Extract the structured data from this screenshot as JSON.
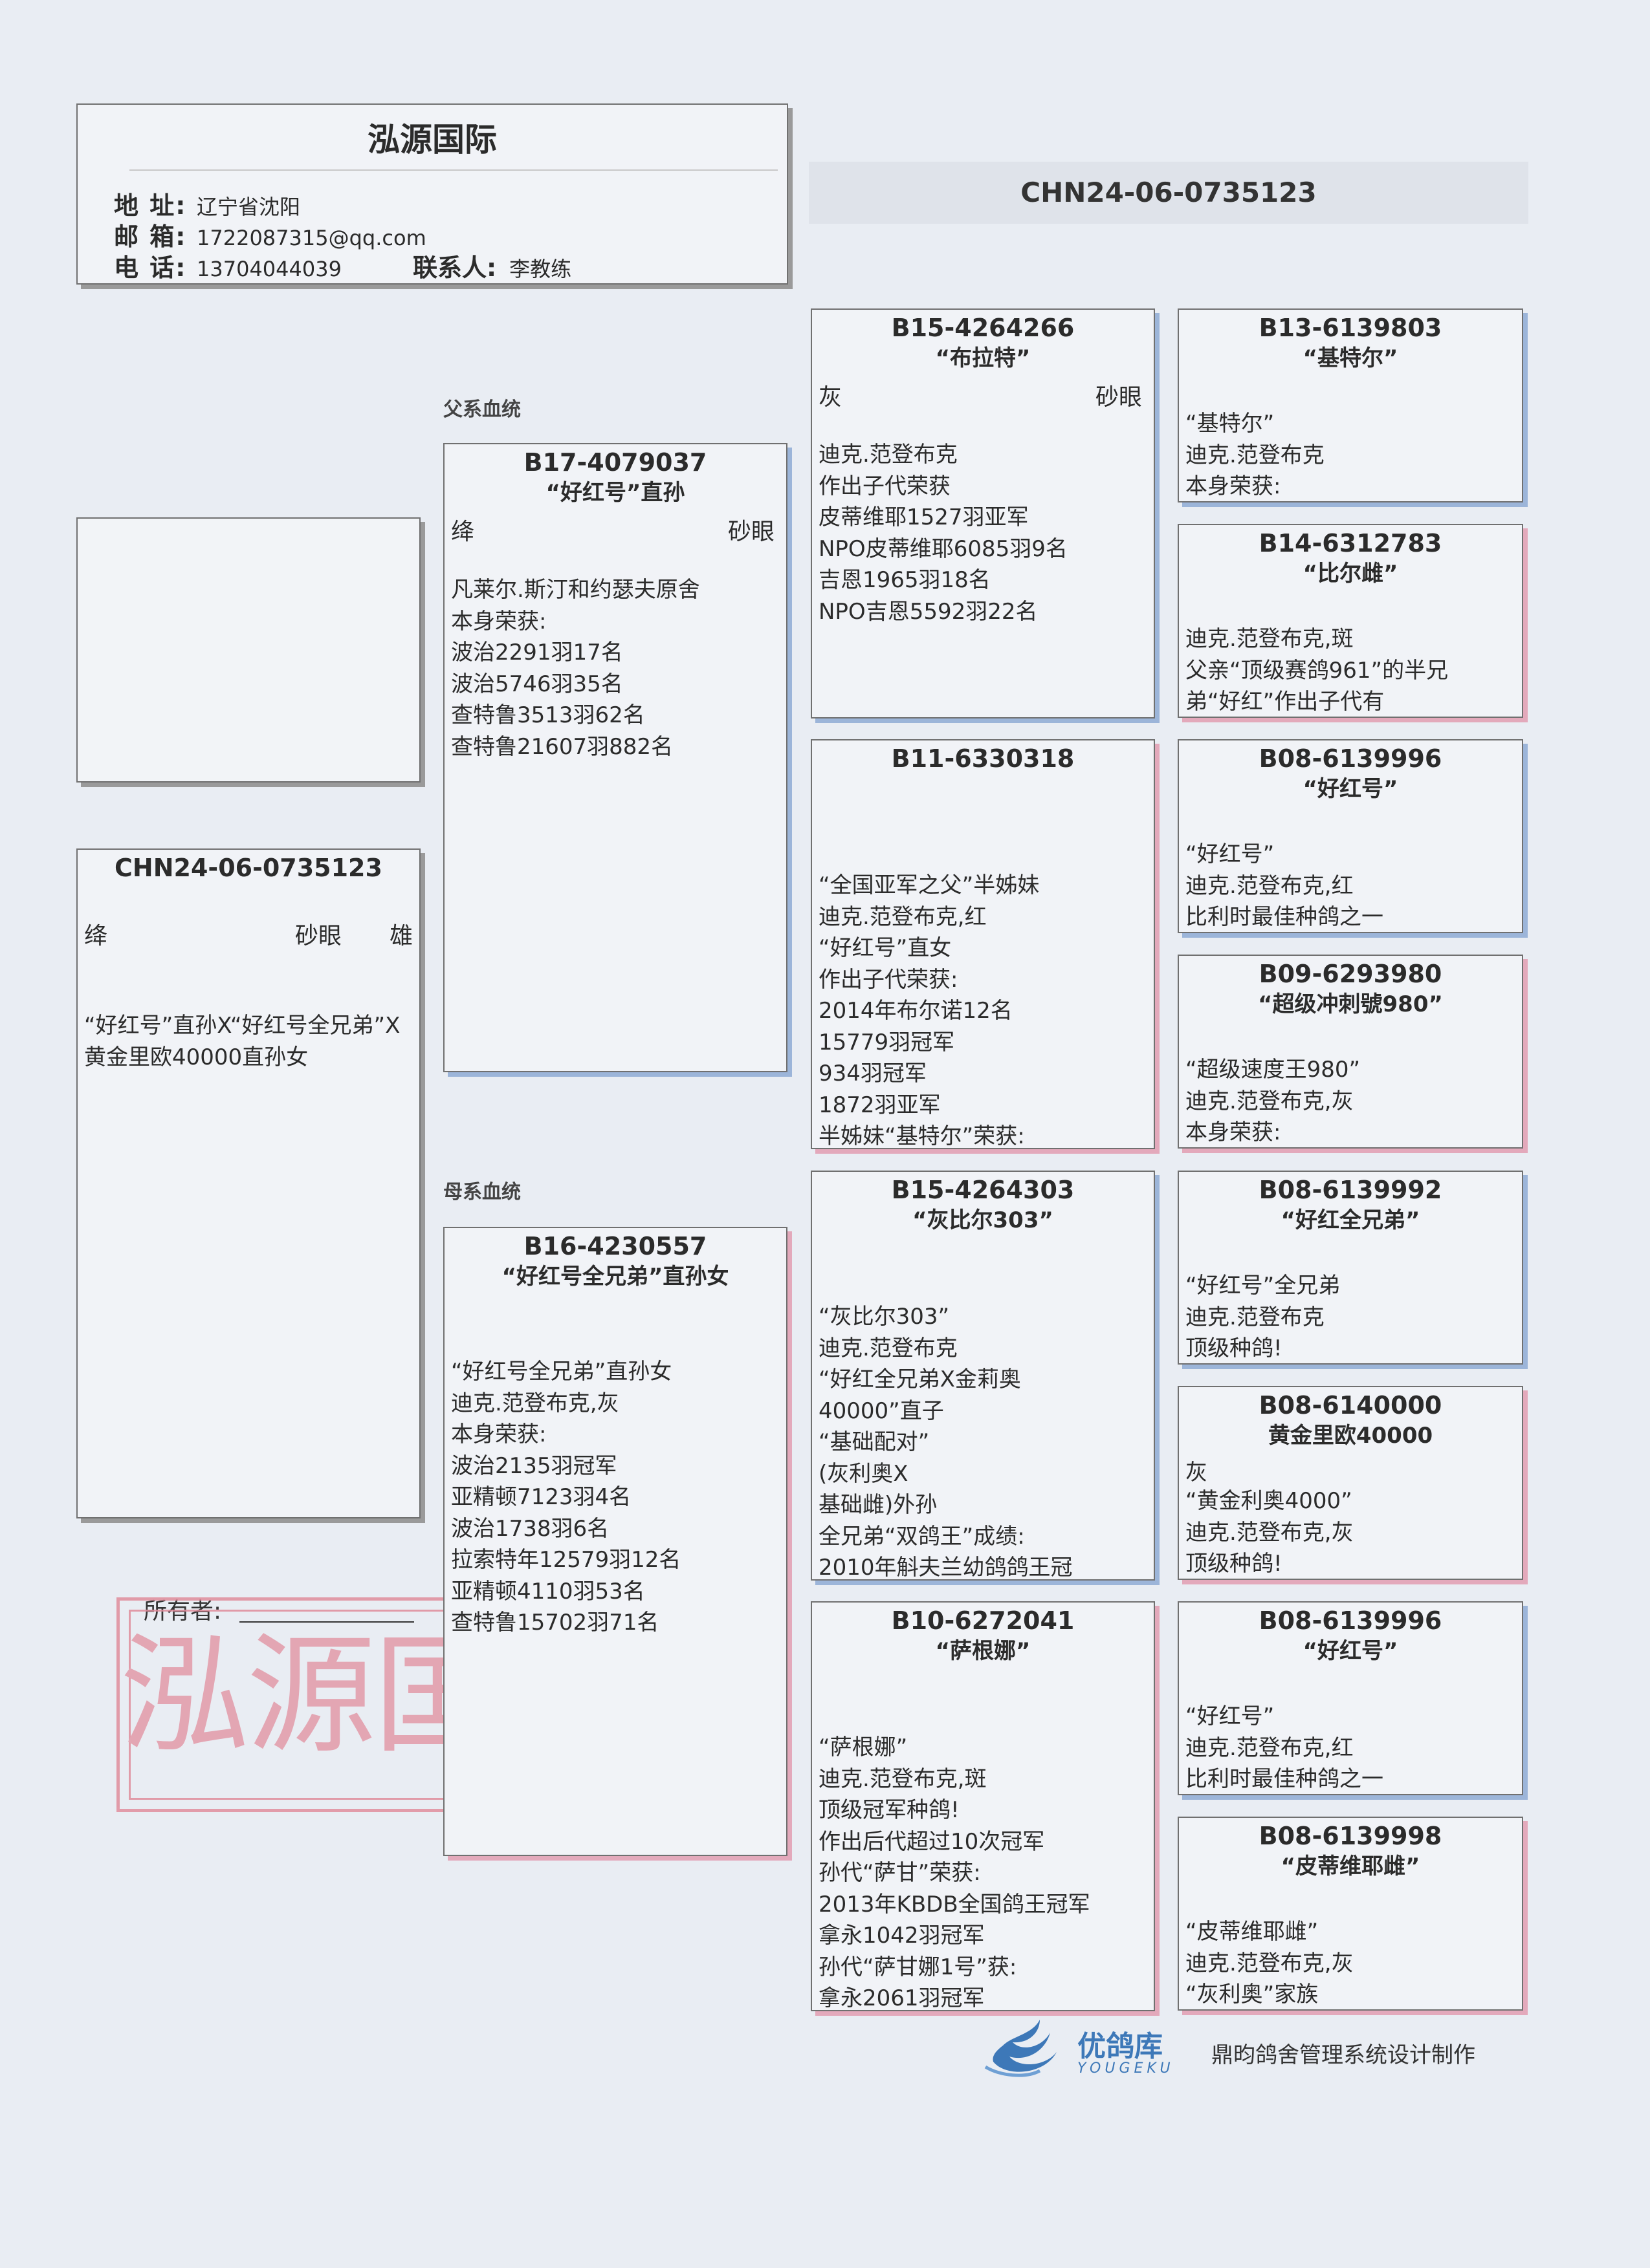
{
  "header": {
    "title": "泓源国际",
    "address_label": "地 址:",
    "address": "辽宁省沈阳",
    "email_label": "邮 箱:",
    "email": "1722087315@qq.com",
    "phone_label": "电 话:",
    "phone": "13704044039",
    "contact_label": "联系人:",
    "contact": "李教练"
  },
  "ring_banner": "CHN24-06-0735123",
  "sections": {
    "sire": "父系血统",
    "dam": "母系血统"
  },
  "subject": {
    "ring": "CHN24-06-0735123",
    "color": "绛",
    "eye": "砂眼",
    "sex": "雄",
    "desc": "“好红号”直孙X“好红号全兄弟”X黄金里欧40000直孙女"
  },
  "sire": {
    "ring": "B17-4079037",
    "name": "“好红号”直孙",
    "color": "绛",
    "eye": "砂眼",
    "lines": [
      "凡莱尔.斯汀和约瑟夫原舍",
      "本身荣获:",
      "波治2291羽17名",
      "波治5746羽35名",
      "查特鲁3513羽62名",
      "查特鲁21607羽882名"
    ]
  },
  "dam": {
    "ring": "B16-4230557",
    "name": "“好红号全兄弟”直孙女",
    "lines": [
      "“好红号全兄弟”直孙女",
      "迪克.范登布克,灰",
      "本身荣获:",
      "波治2135羽冠军",
      "亚精顿7123羽4名",
      "波治1738羽6名",
      "拉索特年12579羽12名",
      "亚精顿4110羽53名",
      "查特鲁15702羽71名"
    ]
  },
  "gp1": {
    "ring": "B15-4264266",
    "name": "“布拉特”",
    "color": "灰",
    "eye": "砂眼",
    "lines": [
      "迪克.范登布克",
      "作出子代荣获",
      "皮蒂维耶1527羽亚军",
      "NPO皮蒂维耶6085羽9名",
      "吉恩1965羽18名",
      "NPO吉恩5592羽22名"
    ]
  },
  "gp2": {
    "ring": "B11-6330318",
    "lines": [
      "“全国亚军之父”半姊妹",
      "迪克.范登布克,红",
      "“好红号”直女",
      "作出子代荣获:",
      "2014年布尔诺12名",
      "15779羽冠军",
      "934羽冠军",
      "1872羽亚军",
      "半姊妹“基特尔”荣获:"
    ]
  },
  "gp3": {
    "ring": "B15-4264303",
    "name": "“灰比尔303”",
    "lines": [
      "“灰比尔303”",
      "迪克.范登布克",
      "“好红全兄弟X金莉奥",
      "40000”直子",
      "“基础配对”",
      "(灰利奥X",
      "基础雌)外孙",
      "全兄弟“双鸽王”成绩:",
      "2010年斛夫兰幼鸽鸽王冠"
    ]
  },
  "gp4": {
    "ring": "B10-6272041",
    "name": "“萨根娜”",
    "lines": [
      "“萨根娜”",
      "迪克.范登布克,斑",
      "顶级冠军种鸽!",
      "作出后代超过10次冠军",
      "孙代“萨甘”荣获:",
      "2013年KBDB全国鸽王冠军",
      "拿永1042羽冠军",
      "孙代“萨甘娜1号”获:",
      "拿永2061羽冠军"
    ]
  },
  "ggp1": {
    "ring": "B13-6139803",
    "name": "“基特尔”",
    "lines": [
      "“基特尔”",
      "迪克.范登布克",
      "本身荣获:"
    ]
  },
  "ggp2": {
    "ring": "B14-6312783",
    "name": "“比尔雌”",
    "lines": [
      "迪克.范登布克,斑",
      "父亲“顶级赛鸽961”的半兄",
      "弟“好红”作出子代有"
    ]
  },
  "ggp3": {
    "ring": "B08-6139996",
    "name": "“好红号”",
    "lines": [
      "“好红号”",
      "迪克.范登布克,红",
      "比利时最佳种鸽之一"
    ]
  },
  "ggp4": {
    "ring": "B09-6293980",
    "name": "“超级冲刺號980”",
    "lines": [
      "“超级速度王980”",
      "迪克.范登布克,灰",
      "本身荣获:"
    ]
  },
  "ggp5": {
    "ring": "B08-6139992",
    "name": "“好红全兄弟”",
    "lines": [
      "“好红号”全兄弟",
      "迪克.范登布克",
      "顶级种鸽!"
    ]
  },
  "ggp6": {
    "ring": "B08-6140000",
    "name": "黄金里欧40000",
    "color": "灰",
    "lines": [
      "“黄金利奥4000”",
      "迪克.范登布克,灰",
      "顶级种鸽!"
    ]
  },
  "ggp7": {
    "ring": "B08-6139996",
    "name": "“好红号”",
    "lines": [
      "“好红号”",
      "迪克.范登布克,红",
      "比利时最佳种鸽之一"
    ]
  },
  "ggp8": {
    "ring": "B08-6139998",
    "name": "“皮蒂维耶雌”",
    "lines": [
      "“皮蒂维耶雌”",
      "迪克.范登布克,灰",
      "“灰利奥”家族"
    ]
  },
  "owner": {
    "label": "所有者:"
  },
  "stamp": {
    "text": "泓源国际"
  },
  "footer": {
    "brand": "优鸽库",
    "brand_sub": "YOUGEKU",
    "text": "鼎昀鸽舍管理系统设计制作",
    "logo_icon": "swirl-logo-icon",
    "brand_color": "#3d78b8"
  }
}
